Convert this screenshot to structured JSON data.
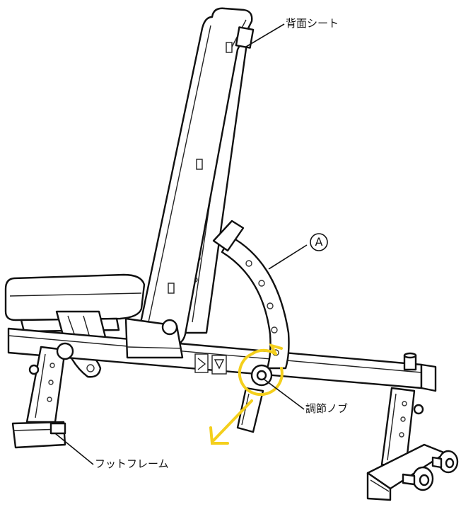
{
  "labels": {
    "back_seat": "背面シート",
    "part_a": "A",
    "adjust_knob": "調節ノブ",
    "foot_frame": "フットフレーム"
  },
  "colors": {
    "line": "#111111",
    "accent": "#f4cf1c",
    "background": "#ffffff"
  },
  "icons": {
    "rotate_indicator": "circular-arrow-icon",
    "pull_indicator": "arrow-down-left-icon"
  }
}
